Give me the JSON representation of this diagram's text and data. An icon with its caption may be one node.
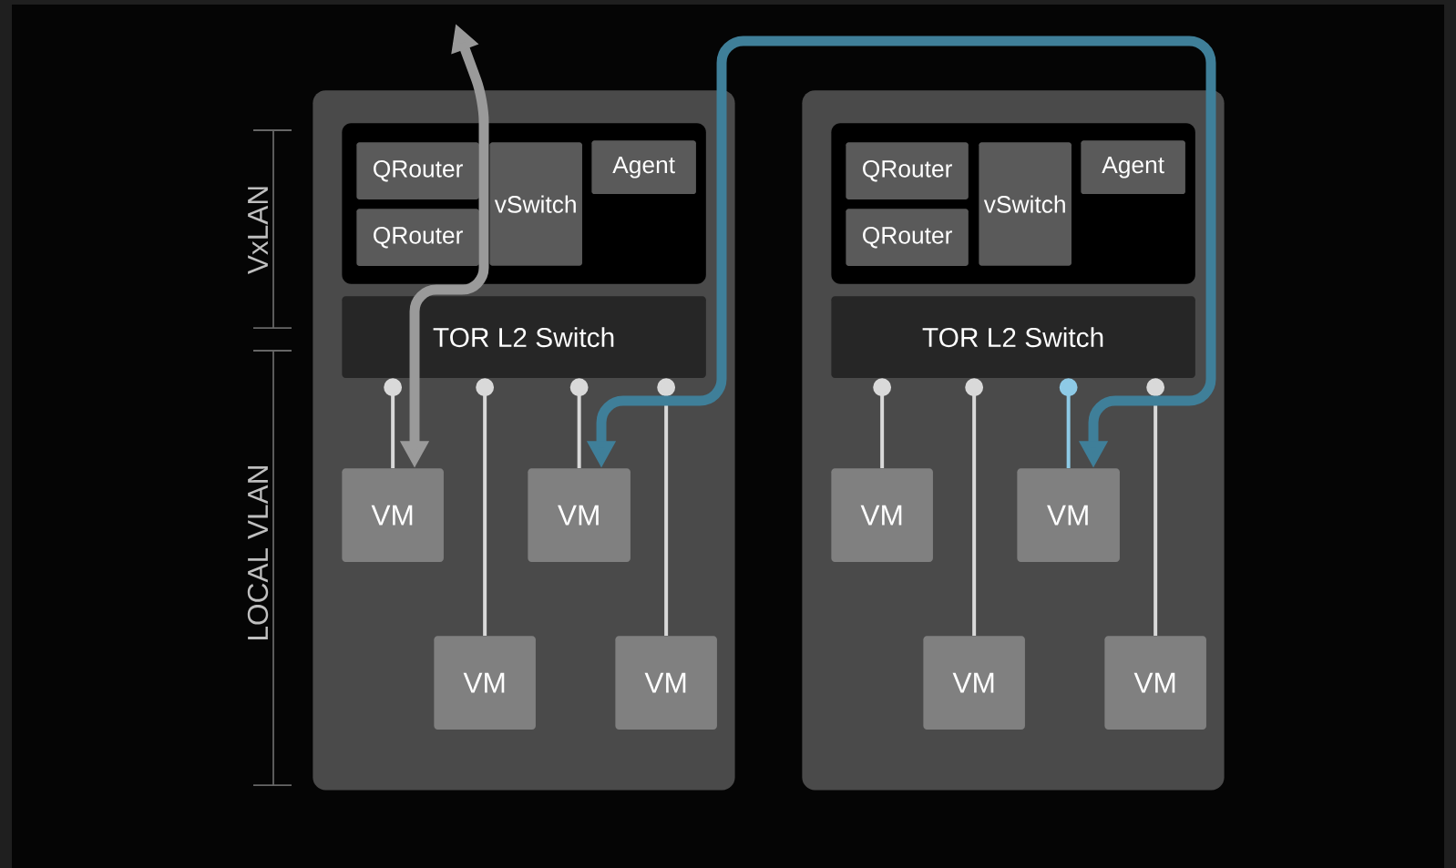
{
  "diagram": {
    "nodes": [
      {
        "text": [],
        "shape": "box"
      },
      {
        "text": [],
        "shape": "box",
        "in": 0
      },
      {
        "text": [
          "QRouter"
        ],
        "in": 1
      },
      {
        "text": [
          "QRouter"
        ],
        "in": 1
      },
      {
        "text": [
          "vSwitch"
        ],
        "in": 1
      },
      {
        "text": [
          "Agent"
        ],
        "in": 1
      },
      {
        "text": [
          "TOR L2 Switch"
        ],
        "in": 0
      },
      {
        "text": [
          "VM"
        ],
        "in": 0
      },
      {
        "text": [
          "VM"
        ],
        "in": 0
      },
      {
        "text": [
          "VM"
        ],
        "in": 0
      },
      {
        "text": [
          "VM"
        ],
        "in": 0
      },
      {
        "text": [],
        "shape": "box"
      },
      {
        "text": [],
        "shape": "box",
        "in": 11
      },
      {
        "text": [
          "QRouter"
        ],
        "in": 12
      },
      {
        "text": [
          "QRouter"
        ],
        "in": 12
      },
      {
        "text": [
          "vSwitch"
        ],
        "in": 12
      },
      {
        "text": [
          "Agent"
        ],
        "in": 12
      },
      {
        "text": [
          "TOR L2 Switch"
        ],
        "in": 11
      },
      {
        "text": [
          "VM"
        ],
        "in": 11
      },
      {
        "text": [
          "VM"
        ],
        "in": 11
      },
      {
        "text": [
          "VM"
        ],
        "in": 11
      },
      {
        "text": [
          "VM"
        ],
        "in": 11
      }
    ],
    "edges": [
      {
        "from": 6,
        "to": 7,
        "arrow": "other"
      },
      {
        "from": 6,
        "to": 9,
        "arrow": "other"
      },
      {
        "from": 6,
        "to": 8,
        "arrow": "other"
      },
      {
        "from": 6,
        "to": 10,
        "arrow": "other"
      },
      {
        "from": 17,
        "to": 18,
        "arrow": "other"
      },
      {
        "from": 17,
        "to": 20,
        "arrow": "other"
      },
      {
        "from": 17,
        "to": 19,
        "arrow": "other",
        "color": "#8ecae6"
      },
      {
        "from": 17,
        "to": 21,
        "arrow": "other"
      },
      {
        "from": null,
        "to": 7,
        "arrow": "both",
        "style": "thick",
        "color": "#9a9a9a"
      },
      {
        "from": 8,
        "to": 19,
        "arrow": "both",
        "style": "thick",
        "color": "#3f7f99"
      }
    ],
    "labels": [
      "VxLAN",
      "LOCAL VLAN"
    ]
  }
}
